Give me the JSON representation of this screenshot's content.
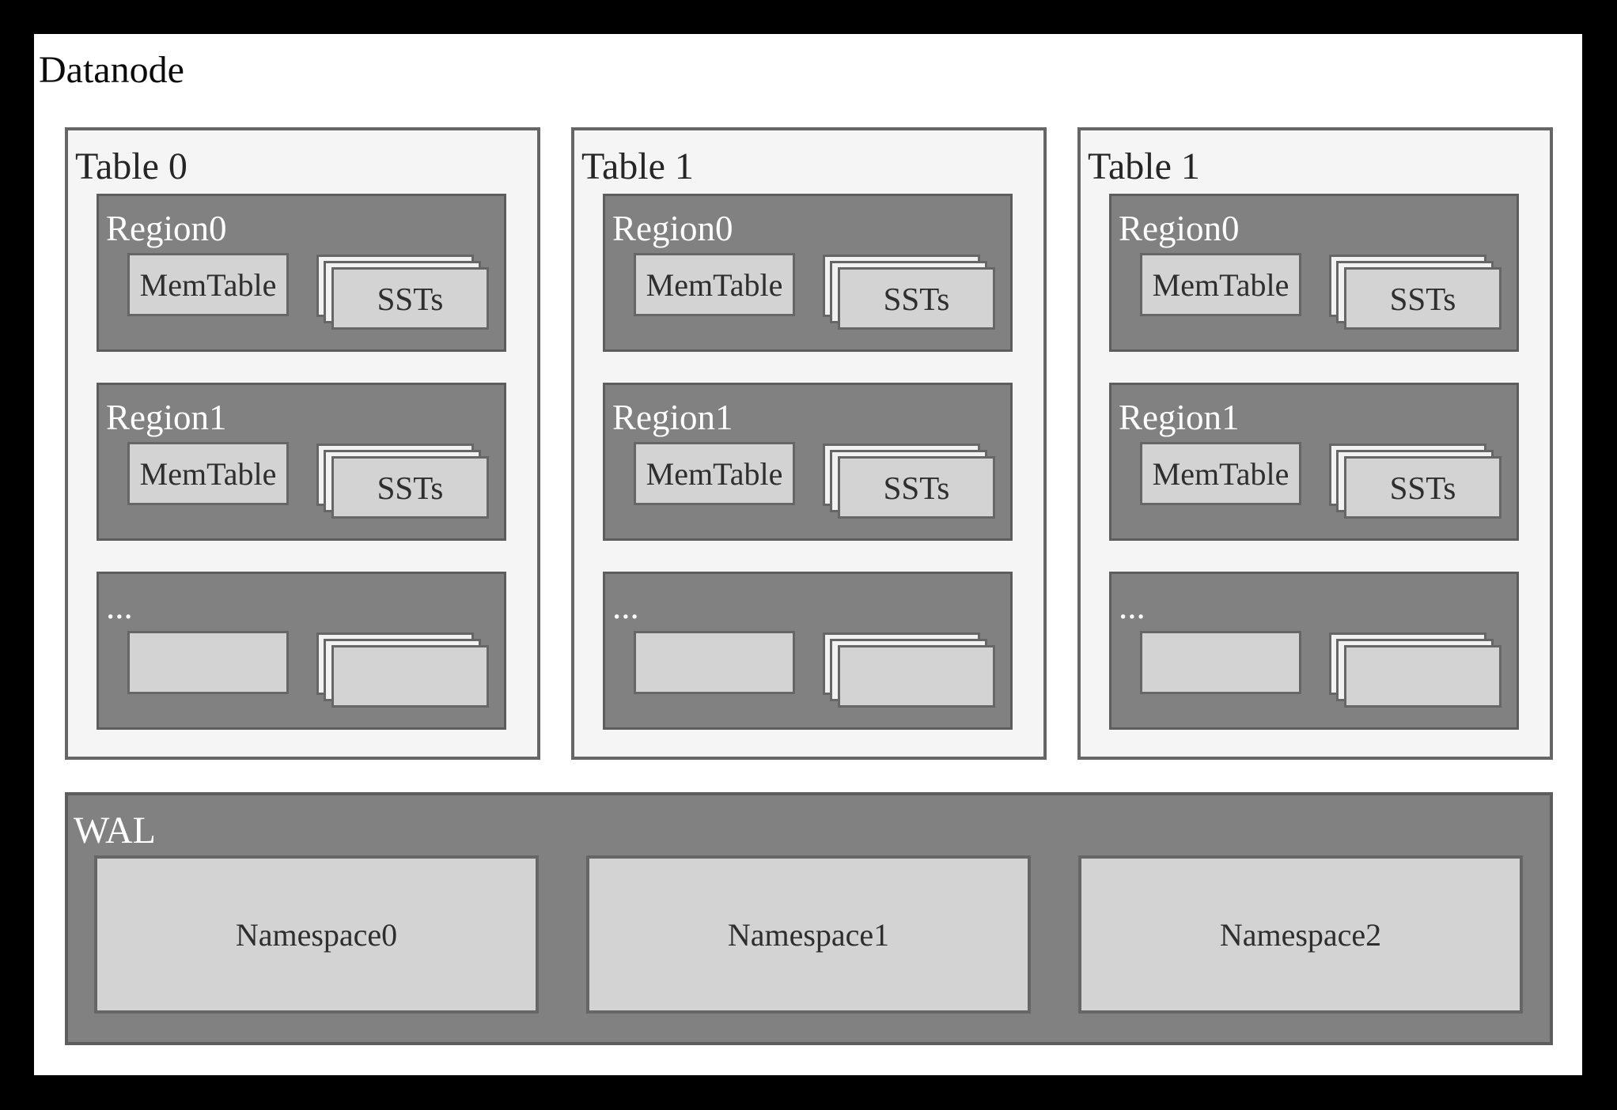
{
  "title": "Datanode",
  "palette": {
    "frame": "#000000",
    "canvas": "#ffffff",
    "table_fill": "#f5f5f5",
    "region_fill": "#818181",
    "box_fill": "#d3d3d3",
    "sheet_back_fill": "#f2f2f2",
    "border": "#666666",
    "dark_text": "#2e2e2e",
    "light_text": "#ffffff"
  },
  "tables": [
    {
      "label": "Table 0",
      "regions": [
        {
          "label": "Region0",
          "memtable": "MemTable",
          "ssts": "SSTs"
        },
        {
          "label": "Region1",
          "memtable": "MemTable",
          "ssts": "SSTs"
        },
        {
          "label": "...",
          "memtable": "",
          "ssts": ""
        }
      ]
    },
    {
      "label": "Table 1",
      "regions": [
        {
          "label": "Region0",
          "memtable": "MemTable",
          "ssts": "SSTs"
        },
        {
          "label": "Region1",
          "memtable": "MemTable",
          "ssts": "SSTs"
        },
        {
          "label": "...",
          "memtable": "",
          "ssts": ""
        }
      ]
    },
    {
      "label": "Table 1",
      "regions": [
        {
          "label": "Region0",
          "memtable": "MemTable",
          "ssts": "SSTs"
        },
        {
          "label": "Region1",
          "memtable": "MemTable",
          "ssts": "SSTs"
        },
        {
          "label": "...",
          "memtable": "",
          "ssts": ""
        }
      ]
    }
  ],
  "wal": {
    "label": "WAL",
    "namespaces": [
      {
        "label": "Namespace0"
      },
      {
        "label": "Namespace1"
      },
      {
        "label": "Namespace2"
      }
    ]
  }
}
